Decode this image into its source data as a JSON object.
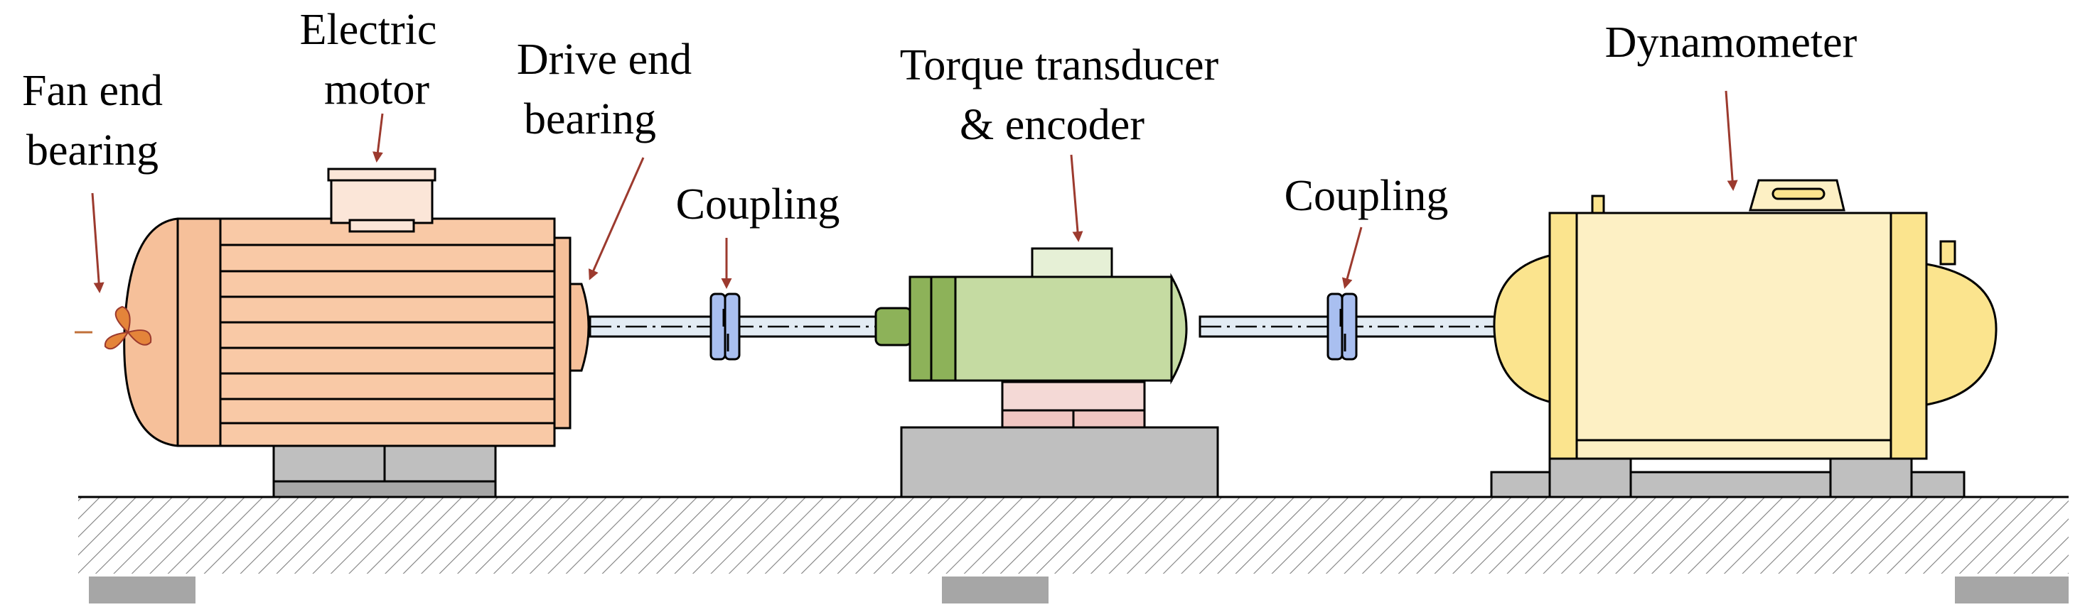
{
  "labels": {
    "fan_end_bearing_line1": "Fan end",
    "fan_end_bearing_line2": "bearing",
    "electric_motor_line1": "Electric",
    "electric_motor_line2": "motor",
    "drive_end_bearing_line1": "Drive end",
    "drive_end_bearing_line2": "bearing",
    "coupling_left": "Coupling",
    "torque_transducer_line1": "Torque transducer",
    "torque_transducer_line2": "& encoder",
    "coupling_right": "Coupling",
    "dynamometer": "Dynamometer"
  },
  "colors": {
    "motor_body": "#f9c9a6",
    "motor_fins": "#fbd3b6",
    "motor_endcap": "#f6c09a",
    "terminal_box": "#fbe6d8",
    "transducer_body": "#c5dba2",
    "transducer_cap": "#8db259",
    "transducer_top": "#e6f0d6",
    "transducer_support": "#f4d9d6",
    "dyno_body": "#fdf0c4",
    "dyno_cap": "#fbe48e",
    "coupling": "#a9bff0",
    "shaft": "#e3ecf4",
    "base_grey": "#bfbfbf",
    "foot_grey": "#a6a6a6",
    "arrow": "#9c3a2e",
    "ground_hatch": "#7f7f7f"
  }
}
